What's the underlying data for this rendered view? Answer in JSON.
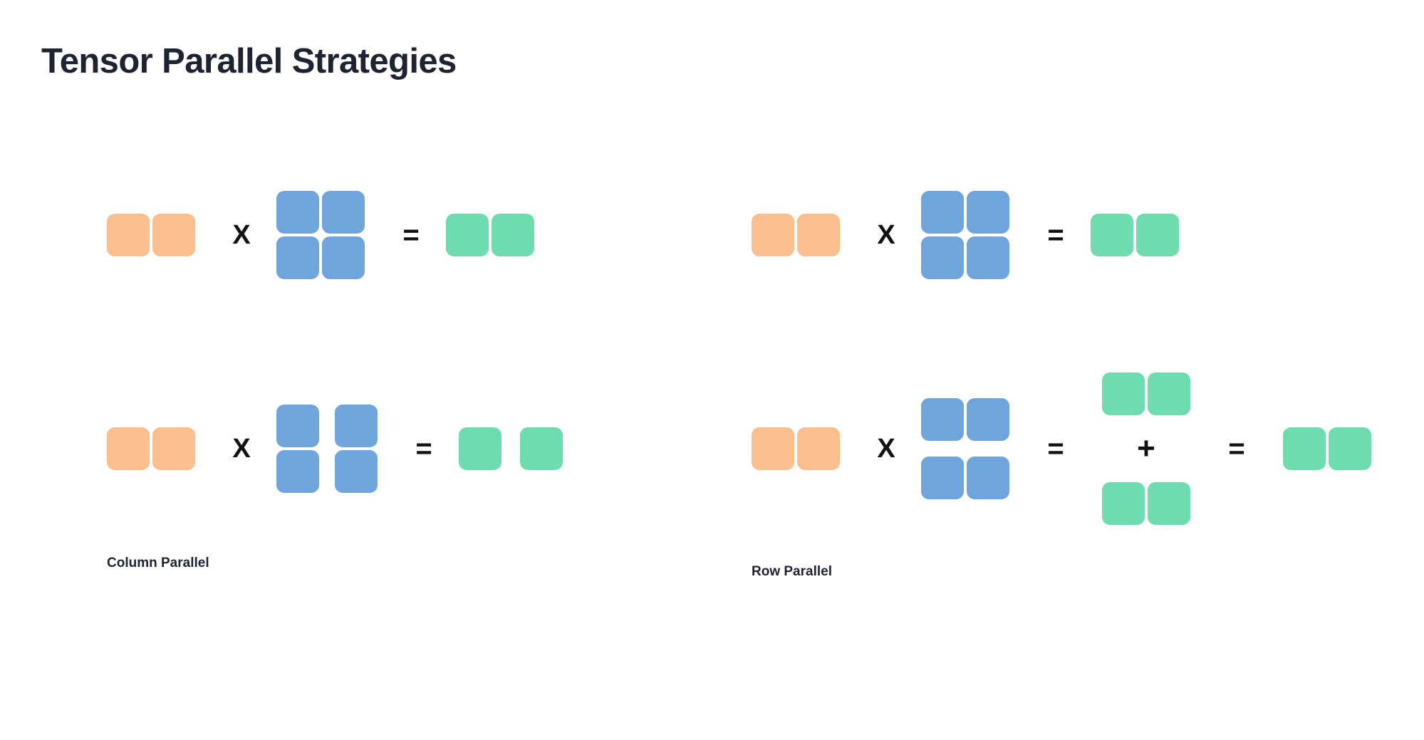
{
  "slide": {
    "title": "Tensor Parallel Strategies",
    "background_color": "#ffffff",
    "title_color": "#1b2430"
  },
  "palette": {
    "input_orange": "#fbbe8e",
    "weight_blue": "#70a4dc",
    "output_green": "#6edcaf",
    "operator_black": "#111111"
  },
  "operators": {
    "times": "X",
    "equals": "=",
    "plus": "+"
  },
  "panels": [
    {
      "id": "column-parallel",
      "caption": "Column Parallel",
      "rows": [
        {
          "id": "column-parallel-unsharded",
          "input": {
            "color_role": "input_orange",
            "shape": [
              1,
              2
            ],
            "sharded": false
          },
          "weight": {
            "color_role": "weight_blue",
            "shape": [
              2,
              2
            ],
            "sharded": false
          },
          "output": {
            "color_role": "output_green",
            "shape": [
              1,
              2
            ],
            "sharded": false
          }
        },
        {
          "id": "column-parallel-sharded",
          "input": {
            "color_role": "input_orange",
            "shape": [
              1,
              2
            ],
            "sharded": false
          },
          "weight": {
            "color_role": "weight_blue",
            "shape": [
              2,
              2
            ],
            "sharded": true,
            "shard_axis": "columns",
            "shard_count": 2
          },
          "output": {
            "color_role": "output_green",
            "shape": [
              1,
              2
            ],
            "sharded": true,
            "shard_axis": "columns",
            "shard_count": 2
          }
        }
      ]
    },
    {
      "id": "row-parallel",
      "caption": "Row Parallel",
      "rows": [
        {
          "id": "row-parallel-unsharded",
          "input": {
            "color_role": "input_orange",
            "shape": [
              1,
              2
            ],
            "sharded": false
          },
          "weight": {
            "color_role": "weight_blue",
            "shape": [
              2,
              2
            ],
            "sharded": false
          },
          "output": {
            "color_role": "output_green",
            "shape": [
              1,
              2
            ],
            "sharded": false
          }
        },
        {
          "id": "row-parallel-sharded",
          "input": {
            "color_role": "input_orange",
            "shape": [
              1,
              2
            ],
            "sharded": false
          },
          "weight": {
            "color_role": "weight_blue",
            "shape": [
              2,
              2
            ],
            "sharded": true,
            "shard_axis": "rows",
            "shard_count": 2
          },
          "partial_outputs": [
            {
              "color_role": "output_green",
              "shape": [
                1,
                2
              ]
            },
            {
              "color_role": "output_green",
              "shape": [
                1,
                2
              ]
            }
          ],
          "output": {
            "color_role": "output_green",
            "shape": [
              1,
              2
            ],
            "sharded": false
          }
        }
      ]
    }
  ]
}
